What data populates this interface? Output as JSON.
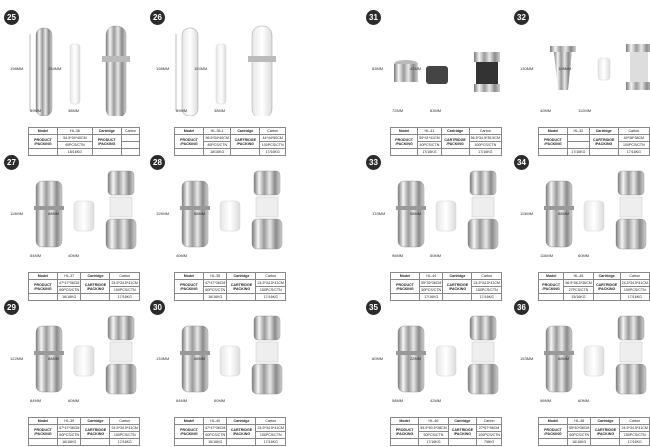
{
  "header_labels": {
    "model": "Model",
    "cartridge": "Cartridge",
    "carton": "Carton",
    "product_packing": "PRODUCT\n/PACKING",
    "cartridge_packing": "CARTRIDGE\n/PACKING"
  },
  "products": [
    {
      "num": "25",
      "model": "HL-36",
      "carton": "54.5*34*40CM",
      "pack1": "40PCS/CTN",
      "pack2": "18/16KG",
      "cartridge_packing": "PRODUCT\n/PACKING",
      "dims": [
        "198MM",
        "154MM",
        "89MM",
        "38MM"
      ]
    },
    {
      "num": "26",
      "model": "HL-36-1",
      "carton": "56.5*34*40CM",
      "pack1": "40PCS/CTN",
      "pack2": "18/16KG",
      "cart_carton": "44*44*50CM",
      "cart_pack1": "100PCS/CTN",
      "cart_pack2": "17/16KG",
      "cartridge_packing": "CARTRIDGE\n/PACKING",
      "dims": [
        "198MM",
        "154MM",
        "89MM",
        "38MM"
      ]
    },
    {
      "num": "31",
      "model": "HL-41",
      "carton": "50*41*41CM",
      "pack1": "40PCS/CTN",
      "pack2": "17/16KG",
      "cart_carton": "56.5*34.5*35.5CM",
      "cart_pack1": "100PCS/CTN",
      "cart_pack2": "17/16KG",
      "cartridge_packing": "CARTRIDGE\n/PACKING",
      "dims": [
        "83MM",
        "42MM",
        "72MM",
        "83MM"
      ]
    },
    {
      "num": "32",
      "model": "HL-42",
      "carton": "",
      "pack1": "",
      "pack2": "17/16KG",
      "cart_carton": "49*38*38CM",
      "cart_pack1": "100PCS/CTN",
      "cart_pack2": "17/16KG",
      "cartridge_packing": "CARTRIDGE\n/PACKING",
      "dims": [
        "130MM",
        "108MM",
        "40MM",
        "112MM"
      ]
    },
    {
      "num": "27",
      "model": "HL-37",
      "carton": "47*47*36CM",
      "pack1": "60PCS/CTN",
      "pack2": "16/16KG",
      "cart_carton": "24.5*34.5*41CM",
      "cart_pack1": "150PCS/CTN",
      "cart_pack2": "17/16KG",
      "cartridge_packing": "CARTRIDGE\n/PACKING",
      "dims": [
        "115MM",
        "68MM",
        "84MM",
        "40MM"
      ]
    },
    {
      "num": "28",
      "model": "HL-38",
      "carton": "47*47*36CM",
      "pack1": "60PCS/CTN",
      "pack2": "16/16KG",
      "cart_carton": "24.5*34.5*41CM",
      "cart_pack1": "150PCS/CTN",
      "cart_pack2": "17/16KG",
      "cartridge_packing": "CARTRIDGE\n/PACKING",
      "dims": [
        "119MM",
        "88MM",
        "40MM"
      ]
    },
    {
      "num": "33",
      "model": "HL-44",
      "carton": "55*39*36CM",
      "pack1": "50PCS/CTN",
      "pack2": "17/16KG",
      "cart_carton": "24.5*34.5*41CM",
      "cart_pack1": "150PCS/CTN",
      "cart_pack2": "17/16KG",
      "cartridge_packing": "CARTRIDGE\n/PACKING",
      "dims": [
        "133MM",
        "68MM",
        "96MM",
        "60MM"
      ]
    },
    {
      "num": "34",
      "model": "HL-45",
      "carton": "56.5*56.5*36CM",
      "pack1": "27PCS/CTN",
      "pack2": "15/16KG",
      "cart_carton": "24.5*34.5*41CM",
      "cart_pack1": "150PCS/CTN",
      "cart_pack2": "17/16KG",
      "cartridge_packing": "CARTRIDGE\n/PACKING",
      "dims": [
        "115MM",
        "68MM",
        "116MM",
        "60MM"
      ]
    },
    {
      "num": "29",
      "model": "HL-39",
      "carton": "47*47*36CM",
      "pack1": "60PCS/CTN",
      "pack2": "16/16KG",
      "cart_carton": "24.5*34.5*41CM",
      "cart_pack1": "150PCS/CTN",
      "cart_pack2": "17/16KG",
      "cartridge_packing": "CARTRIDGE\n/PACKING",
      "dims": [
        "122MM",
        "68MM",
        "84MM",
        "60MM"
      ]
    },
    {
      "num": "30",
      "model": "HL-40",
      "carton": "47*47*36CM",
      "pack1": "60PCS/CTN",
      "pack2": "16/16KG",
      "cart_carton": "24.5*34.5*41CM",
      "cart_pack1": "150PCS/CTN",
      "cart_pack2": "17/16KG",
      "cartridge_packing": "CARTRIDGE\n/PACKING",
      "dims": [
        "133MM",
        "68MM",
        "84MM",
        "60MM"
      ]
    },
    {
      "num": "35",
      "model": "HL-46",
      "carton": "55.5*50.5*38CM",
      "pack1": "50PCS/CTN",
      "pack2": "17/16KG",
      "cart_carton": "27*67*56CM",
      "cart_pack1": "100PCS/CTN",
      "cart_pack2": "7/8KG",
      "cartridge_packing": "CARTRIDGE\n/PACKING",
      "dims": [
        "80MM",
        "22MM",
        "58MM",
        "42MM"
      ]
    },
    {
      "num": "36",
      "model": "HL-48",
      "carton": "55*40*36CM",
      "pack1": "60PCS/CTN",
      "pack2": "16/16KG",
      "cart_carton": "24.5*34.5*41CM",
      "cart_pack1": "150PCS/CTN",
      "cart_pack2": "17/16KG",
      "cartridge_packing": "CARTRIDGE\n/PACKING",
      "dims": [
        "153MM",
        "68MM",
        "96MM",
        "60MM"
      ]
    }
  ],
  "colors": {
    "badge": "#2b2b2b",
    "chrome": "#c8c8c8",
    "cartridge": "#f2f2f2",
    "border": "#888888"
  }
}
